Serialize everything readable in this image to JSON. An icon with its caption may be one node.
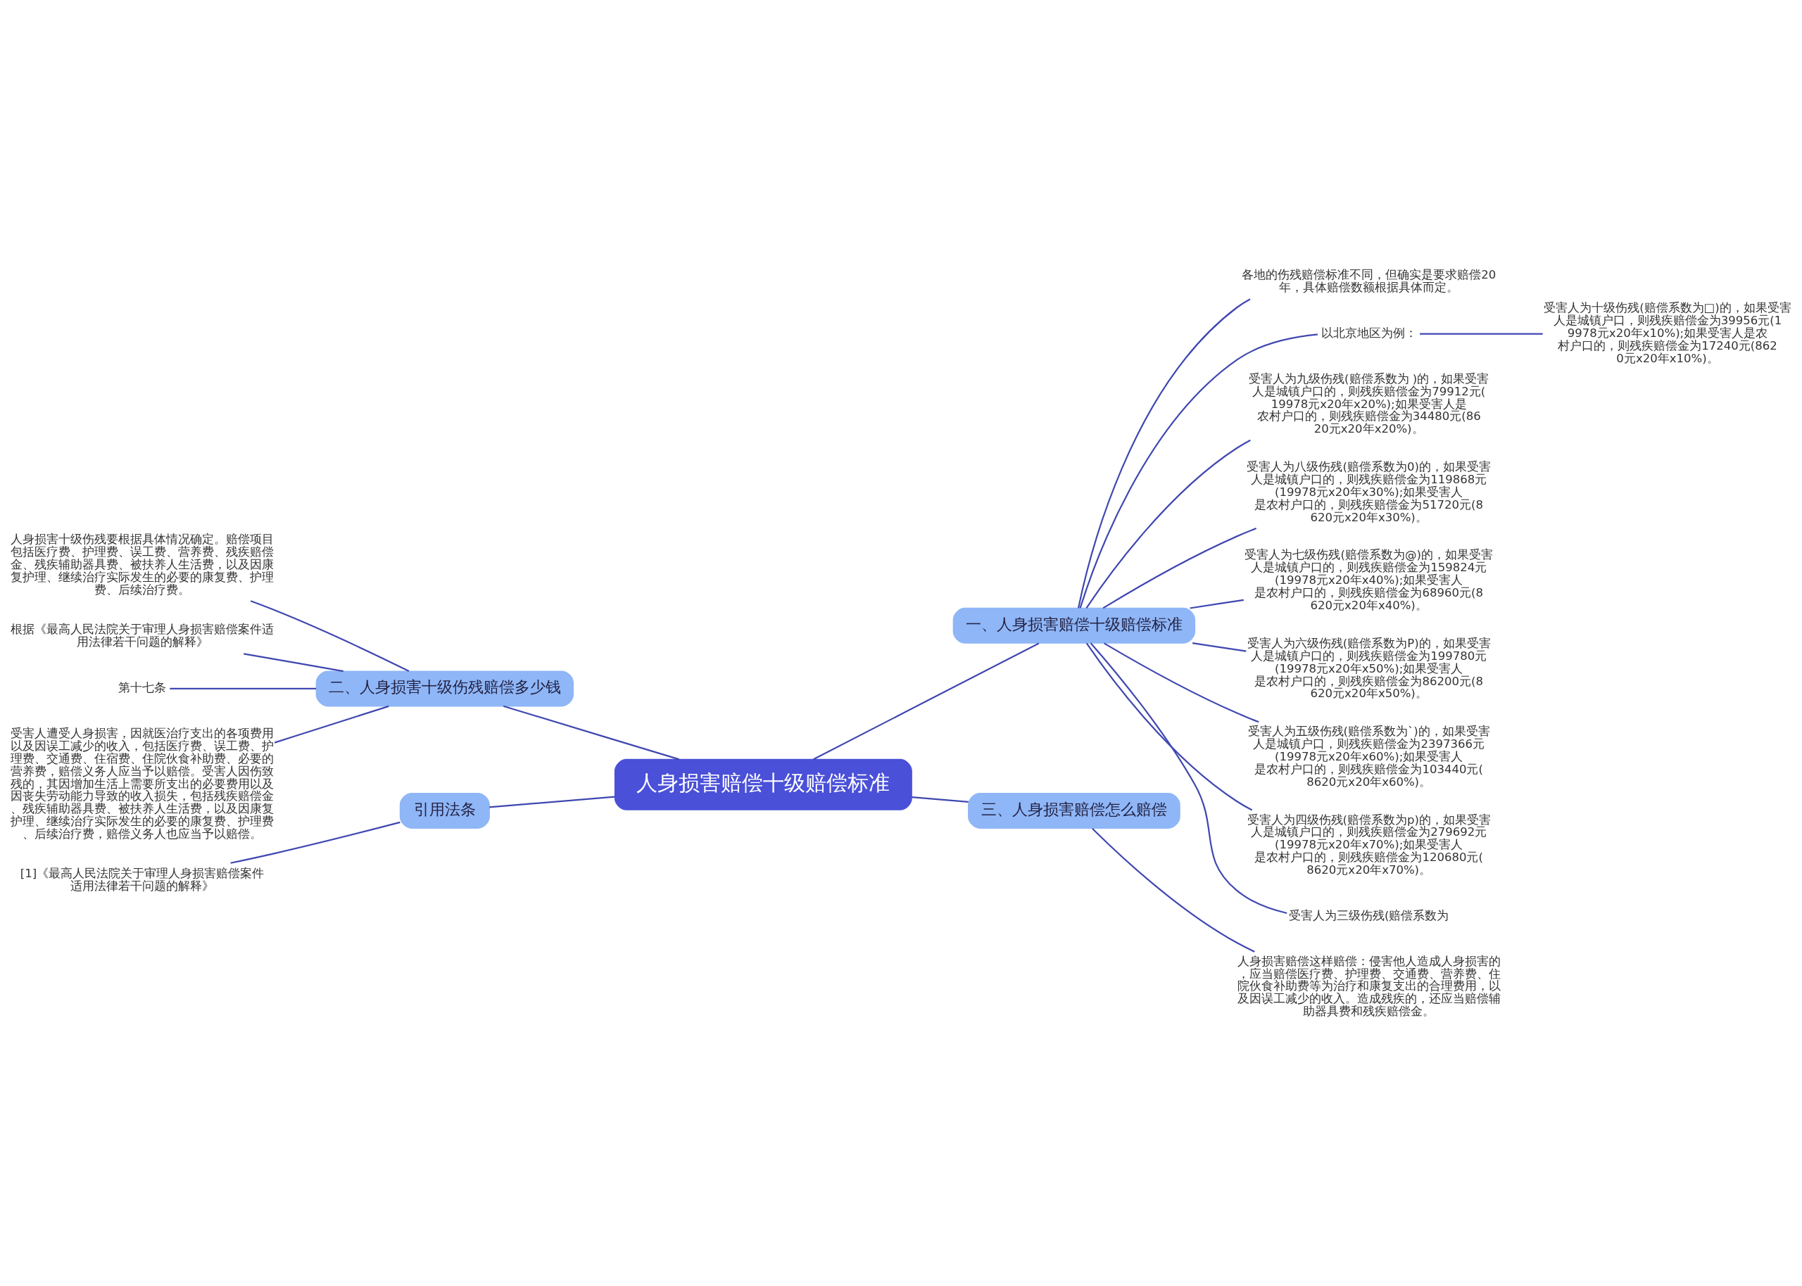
{
  "diagram": {
    "nodes": [
      {
        "text": [
          "人身损害赔偿十级赔偿标准"
        ]
      },
      {
        "text": [
          "一、人身损害赔偿十级赔偿标准"
        ]
      },
      {
        "text": [
          "各地的伤残赔偿标准不同，但确实是要求赔偿20年，具体赔偿数额根据具体而定。"
        ]
      },
      {
        "text": [
          "以北京地区为例："
        ]
      },
      {
        "text": [
          "受害人为十级伤残(赔偿系数为□)的，如果受害人是城镇户口，则残疾赔偿金为39956元(19978元x20年x10%);如果受害人是农村户口的，则残疾赔偿金为17240元(8620元x20年x10%)。"
        ]
      },
      {
        "text": [
          "受害人为九级伤残(赔偿系数为 )的，如果受害人是城镇户口的，则残疾赔偿金为79912元(19978元x20年x20%);如果受害人是农村户口的，则残疾赔偿金为34480元(8620元x20年x20%)。"
        ]
      },
      {
        "text": [
          "受害人为八级伤残(赔偿系数为0)的，如果受害人是城镇户口的，则残疾赔偿金为119868元(19978元x20年x30%);如果受害人是农村户口的，则残疾赔偿金为51720元(8620元x20年x30%)。"
        ]
      },
      {
        "text": [
          "受害人为七级伤残(赔偿系数为@)的，如果受害人是城镇户口的，则残疾赔偿金为159824元(19978元x20年x40%);如果受害人是农村户口的，则残疾赔偿金为68960元(8620元x20年x40%)。"
        ]
      },
      {
        "text": [
          "受害人为六级伤残(赔偿系数为P)的，如果受害人是城镇户口的，则残疾赔偿金为199780元(19978元x20年x50%);如果受害人是农村户口的，则残疾赔偿金为86200元(8620元x20年x50%)。"
        ]
      },
      {
        "text": [
          "受害人为五级伤残(赔偿系数为`)的，如果受害人是城镇户口，则残疾赔偿金为2397366元(19978元x20年x60%);如果受害人是农村户口的，则残疾赔偿金为103440元(8620元x20年x60%)。"
        ]
      },
      {
        "text": [
          "受害人为四级伤残(赔偿系数为p)的，如果受害人是城镇户口的，则残疾赔偿金为279692元(19978元x20年x70%);如果受害人是农村户口的，则残疾赔偿金为120680元(8620元x20年x70%)。"
        ]
      },
      {
        "text": [
          "受害人为三级伤残(赔偿系数为"
        ]
      },
      {
        "text": [
          "三、人身损害赔偿怎么赔偿"
        ]
      },
      {
        "text": [
          "人身损害赔偿这样赔偿：侵害他人造成人身损害的，应当赔偿医疗费、护理费、交通费、营养费、住院伙食补助费等为治疗和康复支出的合理费用，以及因误工减少的收入。造成残疾的，还应当赔偿辅助器具费和残疾赔偿金。"
        ]
      },
      {
        "text": [
          "二、人身损害十级伤残赔偿多少钱"
        ]
      },
      {
        "text": [
          "人身损害十级伤残要根据具体情况确定。赔偿项目包括医疗费、护理费、误工费、营养费、残疾赔偿金、残疾辅助器具费、被扶养人生活费，以及因康复护理、继续治疗实际发生的必要的康复费、护理费、后续治疗费。"
        ]
      },
      {
        "text": [
          "根据《最高人民法院关于审理人身损害赔偿案件适用法律若干问题的解释》"
        ]
      },
      {
        "text": [
          "第十七条"
        ]
      },
      {
        "text": [
          "受害人遭受人身损害，因就医治疗支出的各项费用以及因误工减少的收入，包括医疗费、误工费、护理费、交通费、住宿费、住院伙食补助费、必要的营养费，赔偿义务人应当予以赔偿。受害人因伤致残的，其因增加生活上需要所支出的必要费用以及因丧失劳动能力导致的收入损失，包括残疾赔偿金、残疾辅助器具费、被扶养人生活费，以及因康复护理、继续治疗实际发生的必要的康复费、护理费、后续治疗费，赔偿义务人也应当予以赔偿。"
        ]
      },
      {
        "text": [
          "引用法条"
        ]
      },
      {
        "text": [
          "[1]《最高人民法院关于审理人身损害赔偿案件适用法律若干问题的解释》"
        ]
      }
    ],
    "edges": [
      {
        "from": 0,
        "to": 1,
        "arrow": "none"
      },
      {
        "from": 1,
        "to": 2,
        "arrow": "none"
      },
      {
        "from": 1,
        "to": 3,
        "arrow": "none"
      },
      {
        "from": 3,
        "to": 4,
        "arrow": "none"
      },
      {
        "from": 1,
        "to": 5,
        "arrow": "none"
      },
      {
        "from": 1,
        "to": 6,
        "arrow": "none"
      },
      {
        "from": 1,
        "to": 7,
        "arrow": "none"
      },
      {
        "from": 1,
        "to": 8,
        "arrow": "none"
      },
      {
        "from": 1,
        "to": 9,
        "arrow": "none"
      },
      {
        "from": 1,
        "to": 10,
        "arrow": "none"
      },
      {
        "from": 1,
        "to": 11,
        "arrow": "none"
      },
      {
        "from": 0,
        "to": 12,
        "arrow": "none"
      },
      {
        "from": 12,
        "to": 13,
        "arrow": "none"
      },
      {
        "from": 0,
        "to": 14,
        "arrow": "none"
      },
      {
        "from": 14,
        "to": 15,
        "arrow": "none"
      },
      {
        "from": 14,
        "to": 16,
        "arrow": "none"
      },
      {
        "from": 14,
        "to": 17,
        "arrow": "none"
      },
      {
        "from": 14,
        "to": 18,
        "arrow": "none"
      },
      {
        "from": 0,
        "to": 19,
        "arrow": "none"
      },
      {
        "from": 19,
        "to": 20,
        "arrow": "none"
      }
    ]
  }
}
